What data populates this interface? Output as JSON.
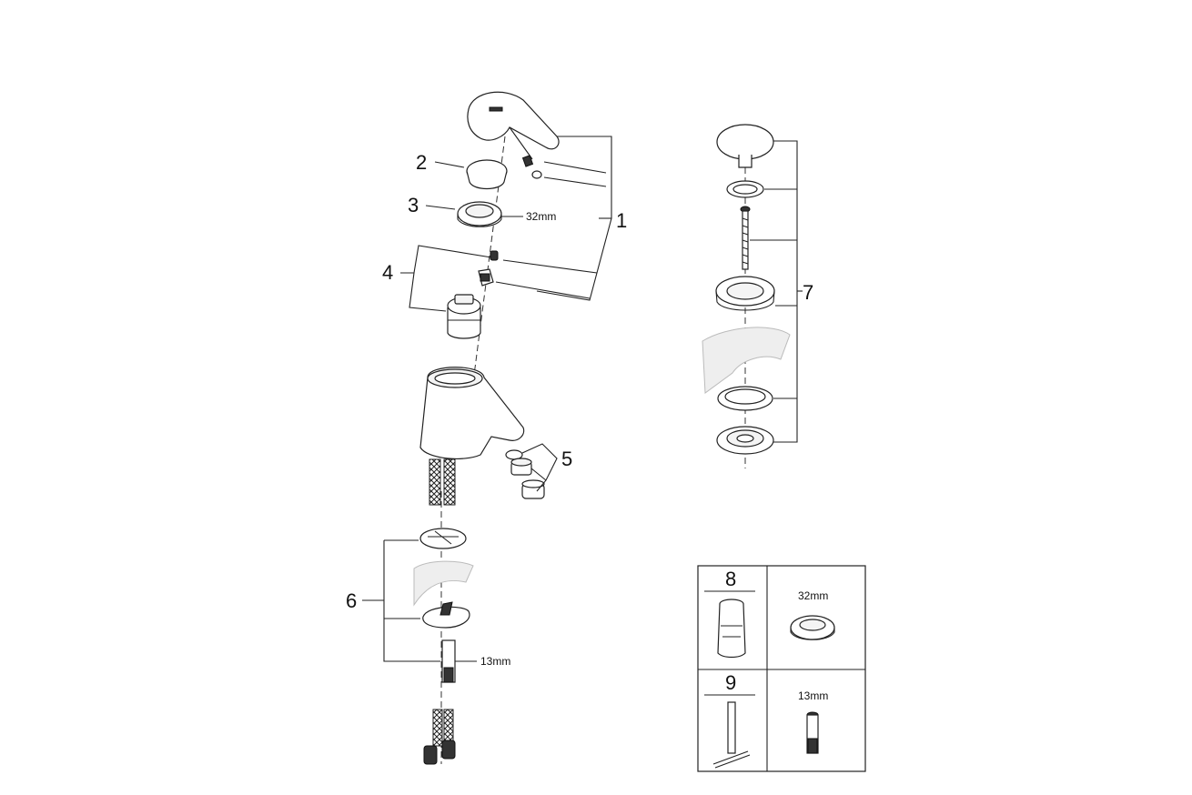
{
  "callouts": {
    "c1": "1",
    "c2": "2",
    "c3": "3",
    "c4": "4",
    "c5": "5",
    "c6": "6",
    "c7": "7",
    "c8": "8",
    "c9": "9"
  },
  "dimensions": {
    "nut_32": "32mm",
    "nipple_13": "13mm",
    "box_32": "32mm",
    "box_13": "13mm"
  }
}
